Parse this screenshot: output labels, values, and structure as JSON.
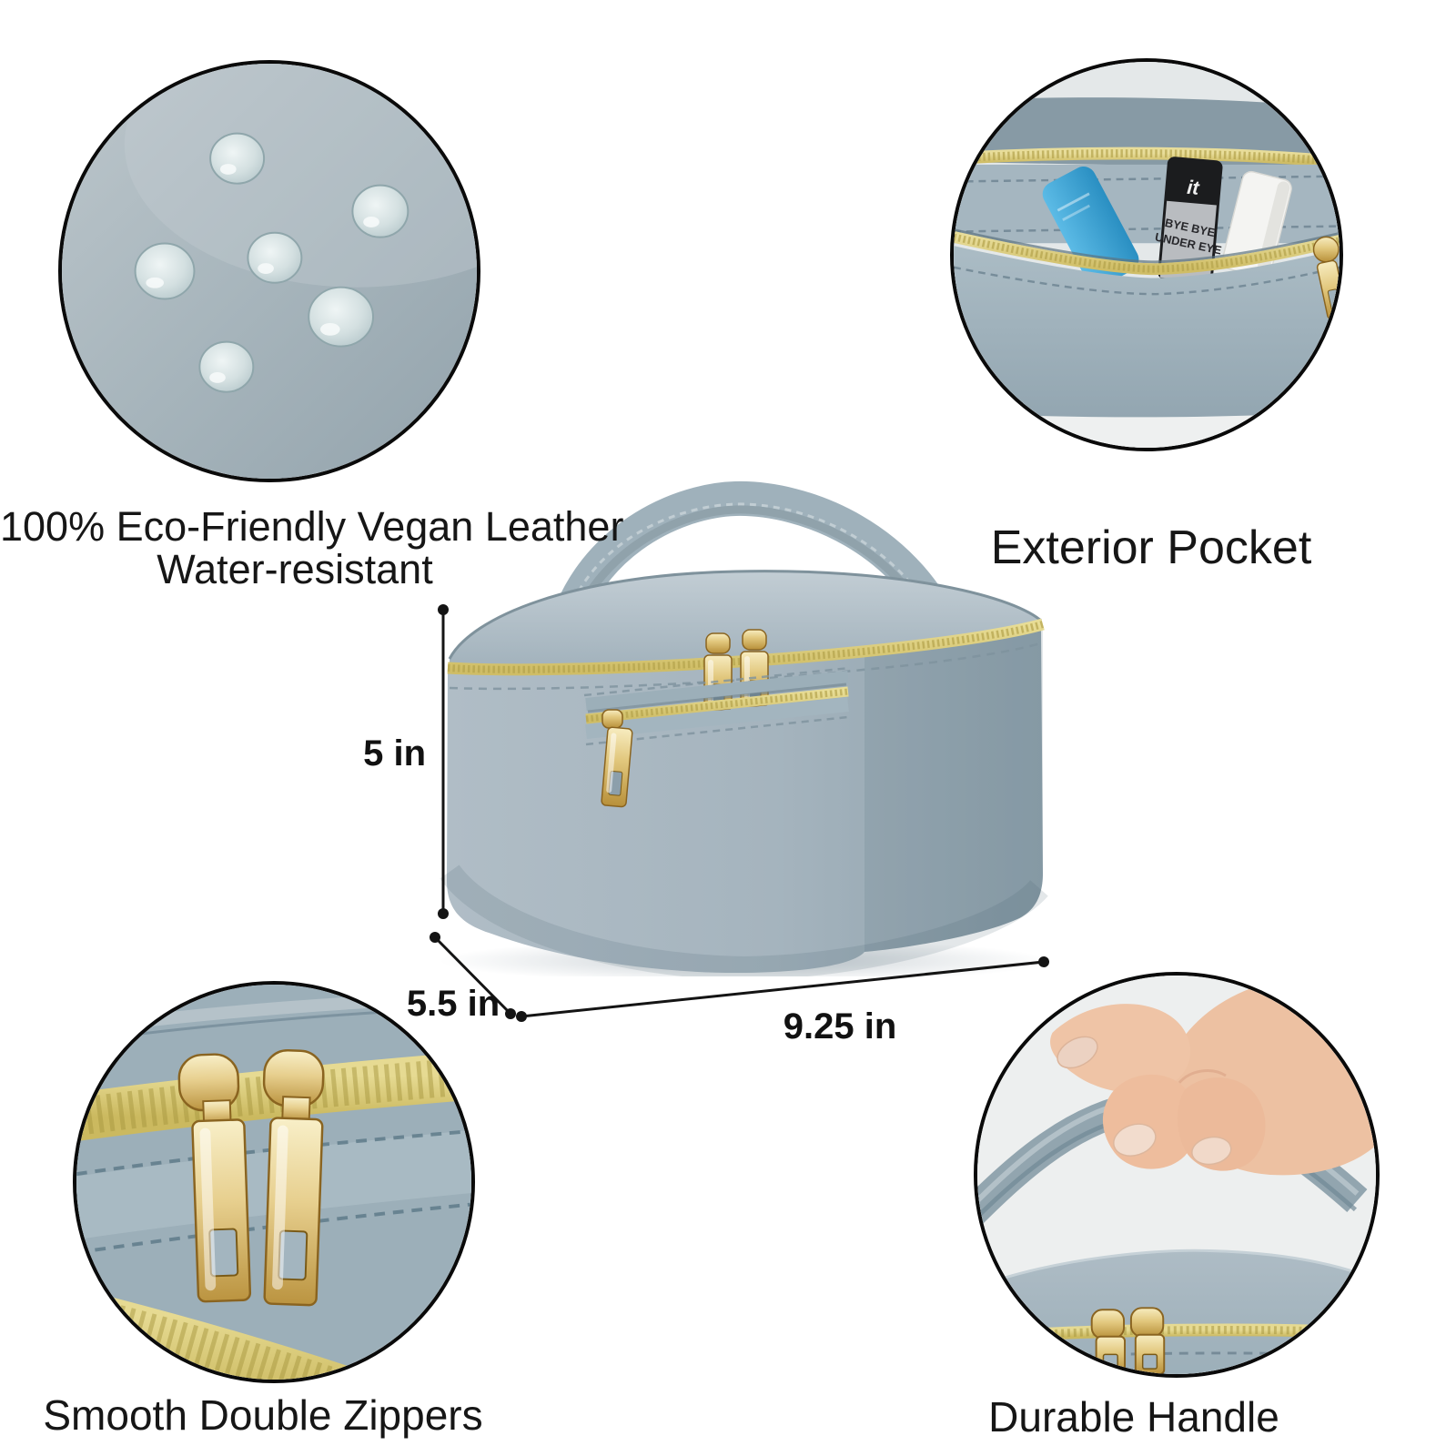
{
  "page": {
    "background_color": "#ffffff",
    "description": "Cosmetic travel bag product feature infographic"
  },
  "callouts": {
    "eco_leather": {
      "line1": "100% Eco-Friendly Vegan Leather",
      "line2": "Water-resistant"
    },
    "exterior_pocket": {
      "label": "Exterior Pocket"
    },
    "double_zippers": {
      "label": "Smooth Double Zippers"
    },
    "durable_handle": {
      "label": "Durable Handle"
    }
  },
  "dimensions": {
    "height": "5 in",
    "depth": "5.5 in",
    "width": "9.25 in"
  },
  "pocket_items": {
    "black_tube": {
      "brand": "it",
      "line1": "BYE BYE",
      "line2": "UNDER EYE"
    }
  },
  "colors": {
    "leather": "#a6b5bf",
    "leather_dark": "#8da0ab",
    "zipper_tape_gold": "#ddd184",
    "hardware_gold": "#d2aa4e",
    "annotation_line": "#141414",
    "text": "#1c1c1c"
  }
}
